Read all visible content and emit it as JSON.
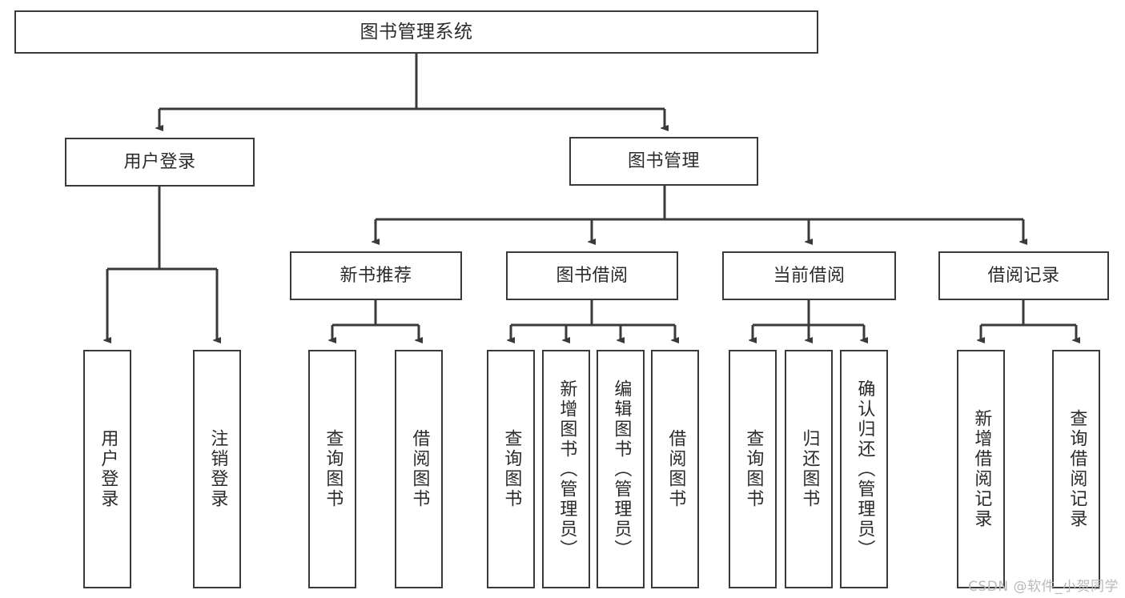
{
  "diagram": {
    "type": "tree",
    "title": "图书管理系统",
    "watermark": "CSDN @软件_小贺同学",
    "colors": {
      "stroke": "#3a3a3a",
      "fill": "#ffffff",
      "text": "#2b2b2b",
      "watermark": "#b9b9b9"
    },
    "root": {
      "label": "图书管理系统"
    },
    "level2": [
      {
        "label": "用户登录"
      },
      {
        "label": "图书管理"
      }
    ],
    "level3": [
      {
        "label": "新书推荐"
      },
      {
        "label": "图书借阅"
      },
      {
        "label": "当前借阅"
      },
      {
        "label": "借阅记录"
      }
    ],
    "leaves": {
      "user_login": [
        {
          "label": "用户登录"
        },
        {
          "label": "注销登录"
        }
      ],
      "new_book": [
        {
          "label": "查询图书"
        },
        {
          "label": "借阅图书"
        }
      ],
      "book_borrow": [
        {
          "label": "查询图书"
        },
        {
          "label": "新增图书（管理员）"
        },
        {
          "label": "编辑图书（管理员）"
        },
        {
          "label": "借阅图书"
        }
      ],
      "current_borrow": [
        {
          "label": "查询图书"
        },
        {
          "label": "归还图书"
        },
        {
          "label": "确认归还（管理员）"
        }
      ],
      "borrow_record": [
        {
          "label": "新增借阅记录"
        },
        {
          "label": "查询借阅记录"
        }
      ]
    }
  }
}
